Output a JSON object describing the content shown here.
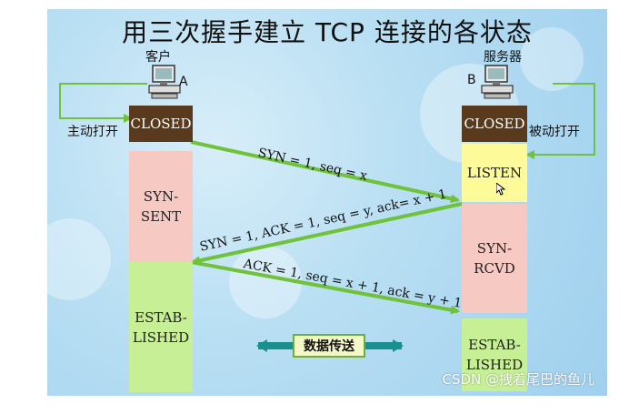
{
  "title": "用三次握手建立 TCP 连接的各状态",
  "client": {
    "role_label": "客户",
    "letter": "A",
    "active_open": "主动打开"
  },
  "server": {
    "role_label": "服务器",
    "letter": "B",
    "passive_open": "被动打开"
  },
  "client_states": [
    "CLOSED",
    "SYN-\nSENT",
    "ESTAB-\nLISHED"
  ],
  "server_states": [
    "CLOSED",
    "LISTEN",
    "SYN-\nRCVD",
    "ESTAB-\nLISHED"
  ],
  "messages": [
    "SYN = 1, seq = x",
    "SYN = 1, ACK = 1, seq = y, ack= x + 1",
    "ACK = 1, seq = x + 1, ack = y + 1"
  ],
  "data_transfer": "数据传送",
  "watermark": "CSDN @拽着尾巴的鱼儿",
  "colors": {
    "closed": "#5a3a1c",
    "syn_sent": "#f7c9c3",
    "established": "#c6ef96",
    "listen": "#fdfa9a",
    "arrow": "#6fc23a",
    "data_arrow": "#1a8f8f"
  }
}
